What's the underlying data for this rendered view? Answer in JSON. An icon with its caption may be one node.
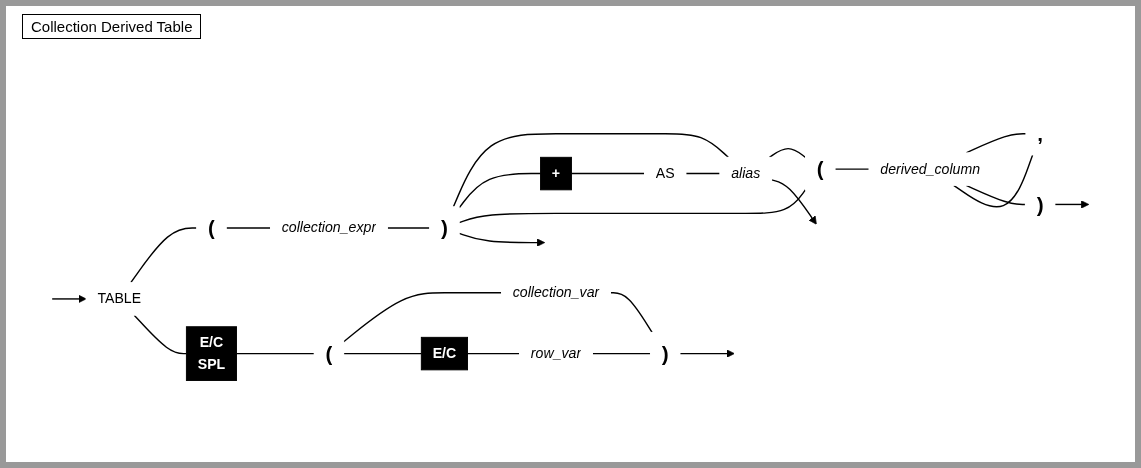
{
  "diagram": {
    "title": "Collection Derived Table",
    "nodes": [
      {
        "text": [
          "TABLE"
        ]
      },
      {
        "text": [
          "("
        ]
      },
      {
        "text": [
          "collection_expr"
        ]
      },
      {
        "text": [
          ")"
        ]
      },
      {
        "text": [
          "+"
        ]
      },
      {
        "text": [
          "AS"
        ]
      },
      {
        "text": [
          "alias"
        ]
      },
      {
        "text": [
          "("
        ]
      },
      {
        "text": [
          ","
        ]
      },
      {
        "text": [
          "derived_column"
        ]
      },
      {
        "text": [
          ")"
        ]
      },
      {
        "text": [
          "E/C",
          "SPL"
        ]
      },
      {
        "text": [
          "("
        ]
      },
      {
        "text": [
          "collection_var"
        ]
      },
      {
        "text": [
          "E/C"
        ]
      },
      {
        "text": [
          "row_var"
        ]
      },
      {
        "text": [
          ")"
        ]
      }
    ],
    "edges": [
      {
        "from": null,
        "to": 0,
        "arrow": "to"
      },
      {
        "from": 0,
        "to": 1,
        "arrow": "none"
      },
      {
        "from": 1,
        "to": 2,
        "arrow": "none"
      },
      {
        "from": 2,
        "to": 3,
        "arrow": "none"
      },
      {
        "from": 3,
        "to": 6,
        "arrow": "none"
      },
      {
        "from": 3,
        "to": 4,
        "arrow": "none"
      },
      {
        "from": 4,
        "to": 5,
        "arrow": "none"
      },
      {
        "from": 5,
        "to": 6,
        "arrow": "none"
      },
      {
        "from": 3,
        "to": 7,
        "arrow": "none"
      },
      {
        "from": 6,
        "to": 7,
        "arrow": "none"
      },
      {
        "from": 7,
        "to": 9,
        "arrow": "none"
      },
      {
        "from": 9,
        "to": 8,
        "arrow": "none"
      },
      {
        "from": 8,
        "to": 9,
        "arrow": "none"
      },
      {
        "from": 9,
        "to": 10,
        "arrow": "none"
      },
      {
        "from": 3,
        "to": null,
        "arrow": "to"
      },
      {
        "from": 6,
        "to": null,
        "arrow": "to"
      },
      {
        "from": 10,
        "to": null,
        "arrow": "to"
      },
      {
        "from": 0,
        "to": 11,
        "arrow": "none"
      },
      {
        "from": 11,
        "to": 12,
        "arrow": "none"
      },
      {
        "from": 12,
        "to": 13,
        "arrow": "none"
      },
      {
        "from": 13,
        "to": 16,
        "arrow": "none"
      },
      {
        "from": 12,
        "to": 14,
        "arrow": "none"
      },
      {
        "from": 14,
        "to": 15,
        "arrow": "none"
      },
      {
        "from": 15,
        "to": 16,
        "arrow": "none"
      },
      {
        "from": 16,
        "to": null,
        "arrow": "to"
      }
    ]
  }
}
